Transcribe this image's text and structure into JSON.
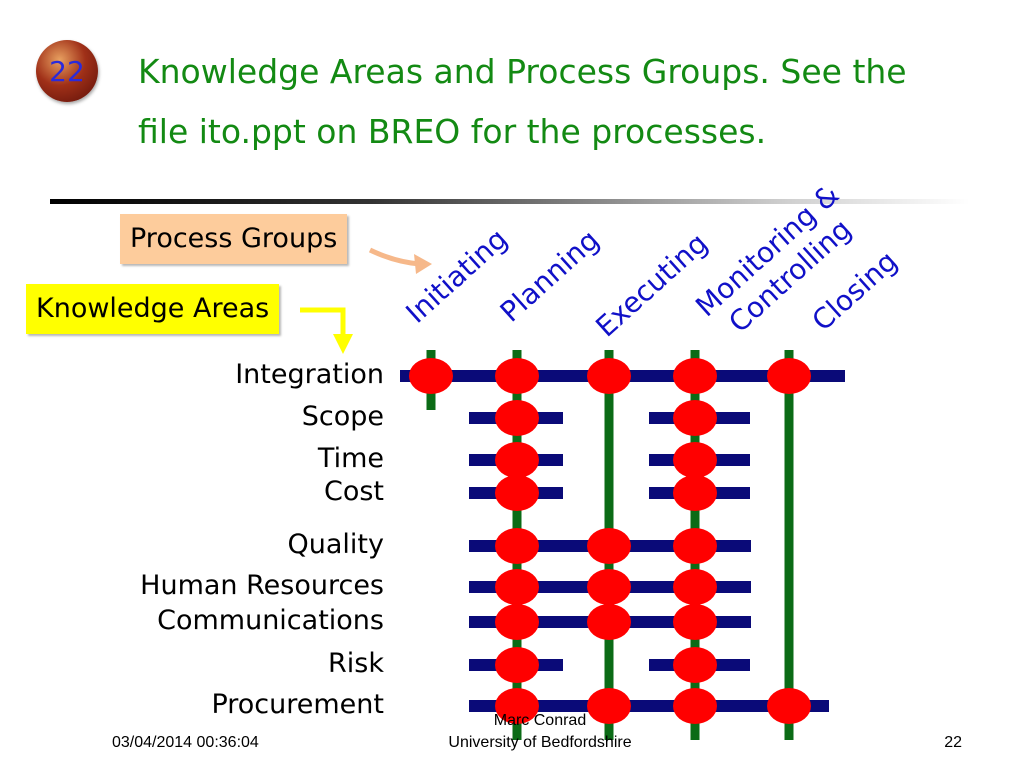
{
  "slide": {
    "number": "22",
    "title_line1": "Knowledge Areas and Process Groups. See the",
    "title_line2": "file ito.ppt on BREO for the processes."
  },
  "legend": {
    "process_groups": "Process Groups",
    "knowledge_areas": "Knowledge Areas"
  },
  "process_groups": [
    {
      "lines": [
        "Initiating"
      ]
    },
    {
      "lines": [
        "Planning"
      ]
    },
    {
      "lines": [
        "Executing"
      ]
    },
    {
      "lines": [
        "Monitoring &",
        "Controlling"
      ]
    },
    {
      "lines": [
        "Closing"
      ]
    }
  ],
  "knowledge_areas": [
    {
      "label": "Integration",
      "groups": [
        0,
        1,
        2,
        3,
        4
      ]
    },
    {
      "label": "Scope",
      "groups": [
        1,
        3
      ]
    },
    {
      "label": "Time",
      "groups": [
        1,
        3
      ]
    },
    {
      "label": "Cost",
      "groups": [
        1,
        3
      ]
    },
    {
      "label": "Quality",
      "groups": [
        1,
        2,
        3
      ]
    },
    {
      "label": "Human Resources",
      "groups": [
        1,
        2,
        3
      ]
    },
    {
      "label": "Communications",
      "groups": [
        1,
        2,
        3
      ]
    },
    {
      "label": "Risk",
      "groups": [
        1,
        3
      ]
    },
    {
      "label": "Procurement",
      "groups": [
        1,
        2,
        3,
        4
      ]
    }
  ],
  "colors": {
    "title": "#138a13",
    "process_line": "#0b6b16",
    "knowledge_bar": "#0a0a78",
    "node": "#ff0000",
    "arrow": "#f6b88a",
    "arrow_yellow": "#ffff00"
  },
  "footer": {
    "datetime": "03/04/2014 00:36:04",
    "author": "Marc Conrad",
    "institution": "University of Bedfordshire",
    "page": "22"
  }
}
